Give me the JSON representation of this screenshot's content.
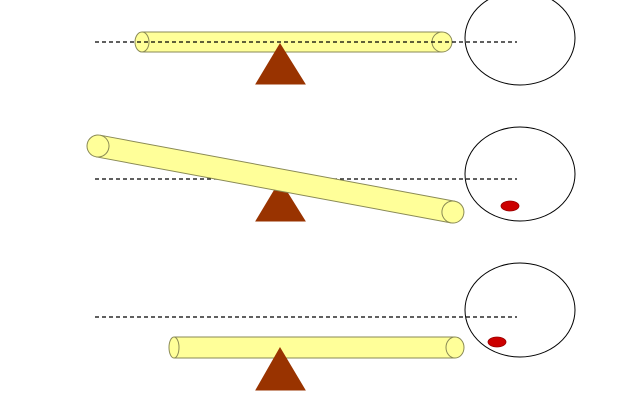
{
  "colors": {
    "background": "#ffffff",
    "beam_fill": "#ffff99",
    "beam_stroke": "#8a8a55",
    "fulcrum": "#993300",
    "reference_line": "#000000",
    "circle_stroke": "#000000",
    "dot": "#cc0000"
  },
  "panels": [
    {
      "id": "top",
      "beam_state": "level",
      "dot_visible": false
    },
    {
      "id": "middle",
      "beam_state": "tilted",
      "dot_visible": true
    },
    {
      "id": "bottom",
      "beam_state": "lowered",
      "dot_visible": true
    }
  ]
}
